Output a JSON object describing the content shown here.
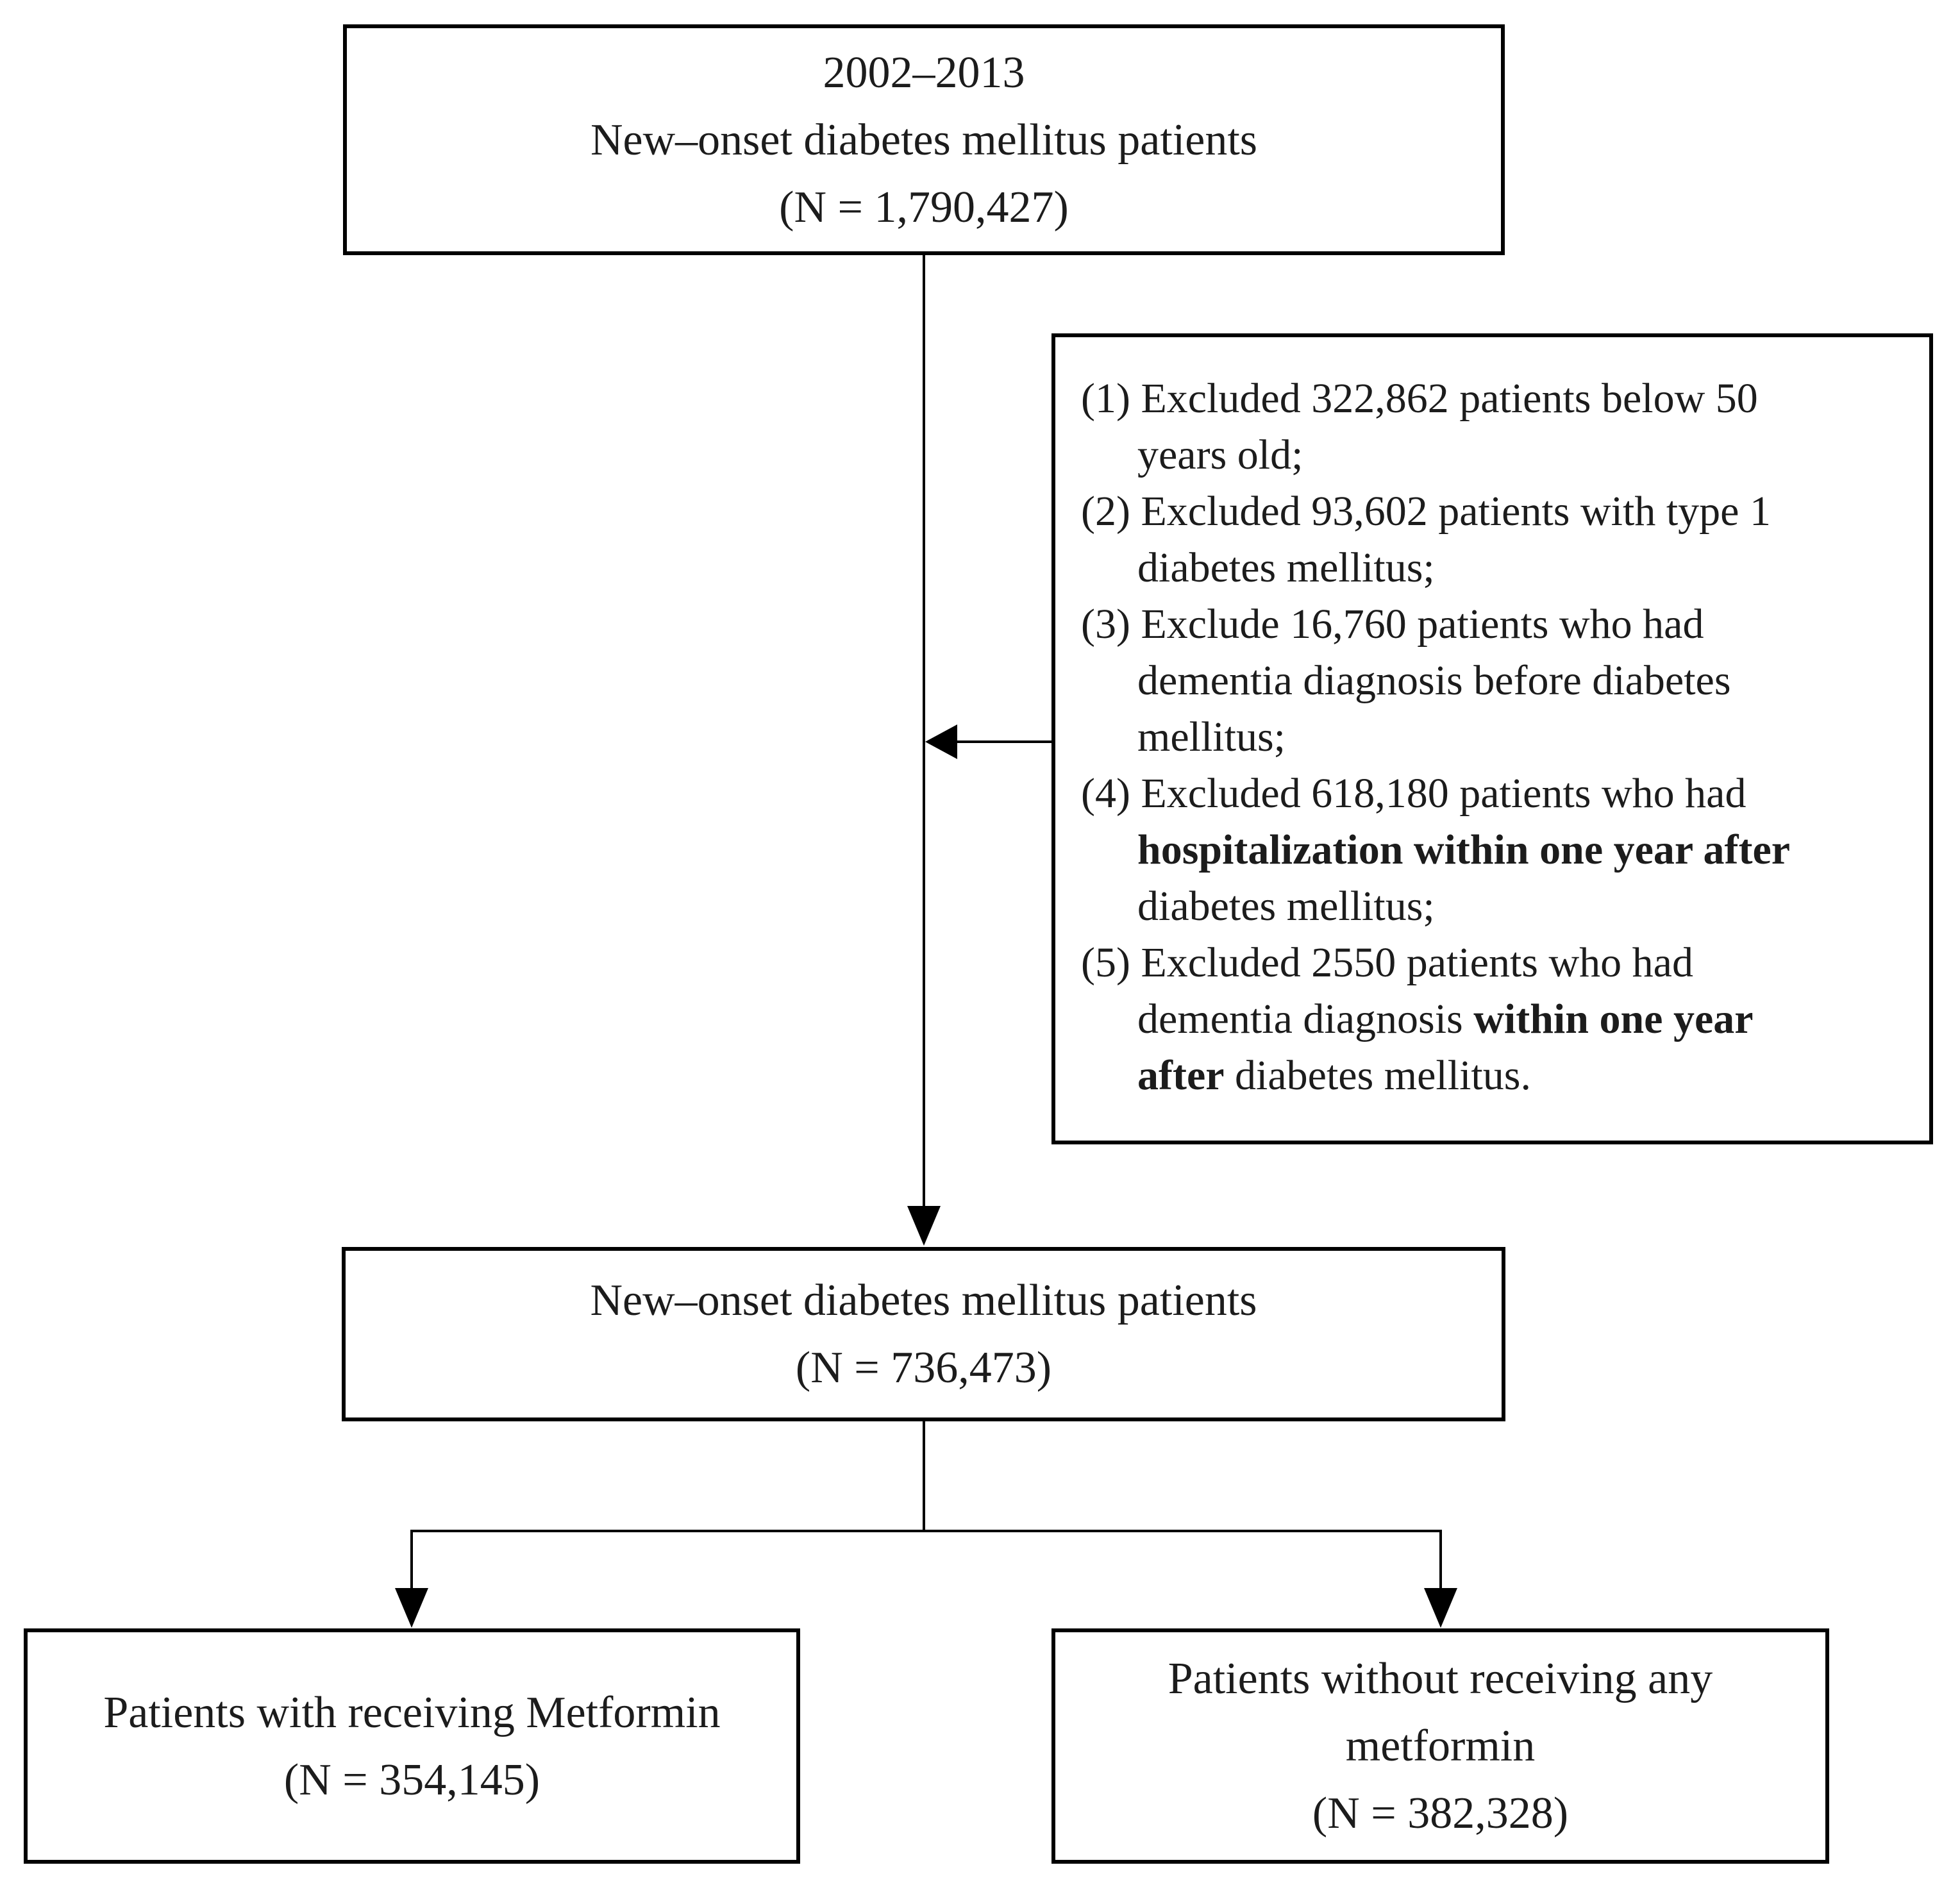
{
  "figure": {
    "type": "flowchart",
    "background": "#ffffff",
    "line_color": "#000000",
    "text_color": "#1c1c1c"
  },
  "boxes": {
    "top": {
      "lines": [
        "2002–2013",
        "New–onset diabetes mellitus patients",
        "(N = 1,790,427)"
      ]
    },
    "exclusions": {
      "items": [
        {
          "lines": [
            [
              {
                "t": "(1) Excluded 322,862 patients below 50",
                "b": false
              }
            ],
            [
              {
                "t": "years old;",
                "b": false
              }
            ]
          ]
        },
        {
          "lines": [
            [
              {
                "t": "(2) Excluded 93,602 patients with type 1",
                "b": false
              }
            ],
            [
              {
                "t": "diabetes mellitus;",
                "b": false
              }
            ]
          ]
        },
        {
          "lines": [
            [
              {
                "t": "(3) Exclude 16,760 patients who had",
                "b": false
              }
            ],
            [
              {
                "t": "dementia diagnosis before diabetes",
                "b": false
              }
            ],
            [
              {
                "t": "mellitus;",
                "b": false
              }
            ]
          ]
        },
        {
          "lines": [
            [
              {
                "t": "(4) Excluded 618,180 patients who had",
                "b": false
              }
            ],
            [
              {
                "t": "hospitalization within one year after",
                "b": true
              }
            ],
            [
              {
                "t": "diabetes mellitus;",
                "b": false
              }
            ]
          ]
        },
        {
          "lines": [
            [
              {
                "t": "(5) Excluded 2550 patients who had",
                "b": false
              }
            ],
            [
              {
                "t": "dementia diagnosis ",
                "b": false
              },
              {
                "t": "within one year",
                "b": true
              }
            ],
            [
              {
                "t": "after",
                "b": true
              },
              {
                "t": " diabetes mellitus.",
                "b": false
              }
            ]
          ]
        }
      ]
    },
    "middle": {
      "lines": [
        "New–onset diabetes mellitus patients",
        "(N = 736,473)"
      ]
    },
    "bottom_left": {
      "lines": [
        "Patients with receiving Metformin",
        "(N = 354,145)"
      ]
    },
    "bottom_right": {
      "lines": [
        "Patients without receiving any",
        "metformin",
        "(N = 382,328)"
      ]
    }
  }
}
